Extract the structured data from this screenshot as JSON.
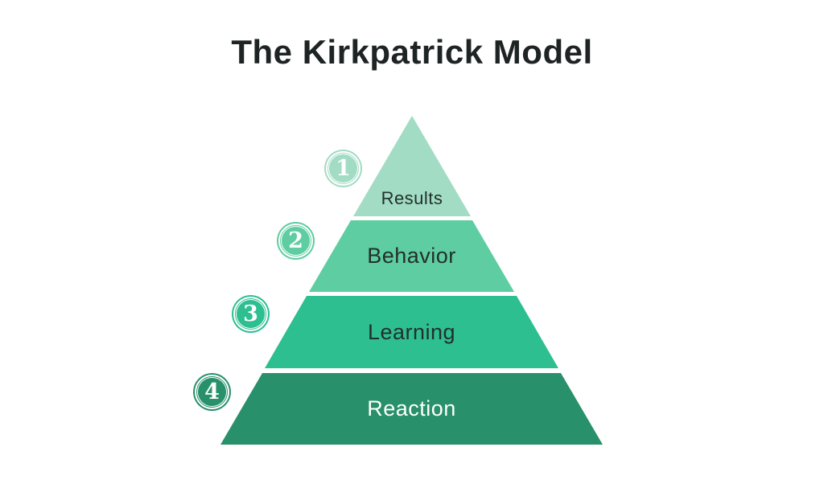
{
  "title": "The Kirkpatrick Model",
  "colors": {
    "background": "#ffffff",
    "title_text": "#1e2323",
    "dark_label": "#22302d",
    "light_label": "#ffffff",
    "badge_ring": "#ffffff"
  },
  "diagram": {
    "type": "pyramid",
    "levels": [
      {
        "number": "1",
        "label": "Results",
        "color": "#a2dcc4",
        "text_color": "#22302d"
      },
      {
        "number": "2",
        "label": "Behavior",
        "color": "#5ecda1",
        "text_color": "#22302d"
      },
      {
        "number": "3",
        "label": "Learning",
        "color": "#2dbf90",
        "text_color": "#22302d"
      },
      {
        "number": "4",
        "label": "Reaction",
        "color": "#28906b",
        "text_color": "#ffffff"
      }
    ]
  }
}
